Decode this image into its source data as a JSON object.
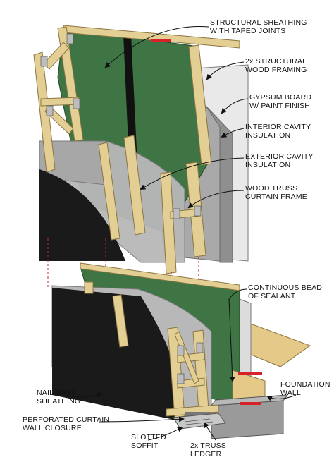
{
  "colors": {
    "sheathing_green": "#3f7444",
    "sheathing_dark": "#2c5532",
    "framing_wood": "#e3cf94",
    "framing_wood_dark": "#c6ad6e",
    "insulation_gray": "#b3b3b3",
    "insulation_dark": "#8f8f8f",
    "gypsum_white": "#e9e9e9",
    "nailbase_black": "#1a1a1a",
    "tape_red": "#d8222a",
    "osb_tan": "#e4c988",
    "foundation_gray": "#9a9a9a",
    "leader_dash": "#c0282d"
  },
  "labels": {
    "structural_sheathing": [
      "STRUCTURAL SHEATHING",
      "WITH TAPED JOINTS"
    ],
    "structural_framing": [
      "2x STRUCTURAL",
      "WOOD FRAMING"
    ],
    "gypsum_board": [
      "GYPSUM BOARD",
      "W/ PAINT FINISH"
    ],
    "interior_insulation": [
      "INTERIOR CAVITY",
      "INSULATION"
    ],
    "exterior_insulation": [
      "EXTERIOR CAVITY",
      "INSULATION"
    ],
    "wood_truss": [
      "WOOD TRUSS",
      "CURTAIN FRAME"
    ],
    "continuous_bead": [
      "CONTINUOUS BEAD",
      "OF SEALANT"
    ],
    "foundation_wall": [
      "FOUNDATION",
      "WALL"
    ],
    "nail_base": [
      "NAIL-BASE",
      "SHEATHING"
    ],
    "perforated_closure": [
      "PERFORATED CURTAIN",
      "WALL CLOSURE"
    ],
    "slotted_soffit": [
      "SLOTTED",
      "SOFFIT"
    ],
    "truss_ledger": [
      "2x TRUSS",
      "LEDGER"
    ]
  }
}
